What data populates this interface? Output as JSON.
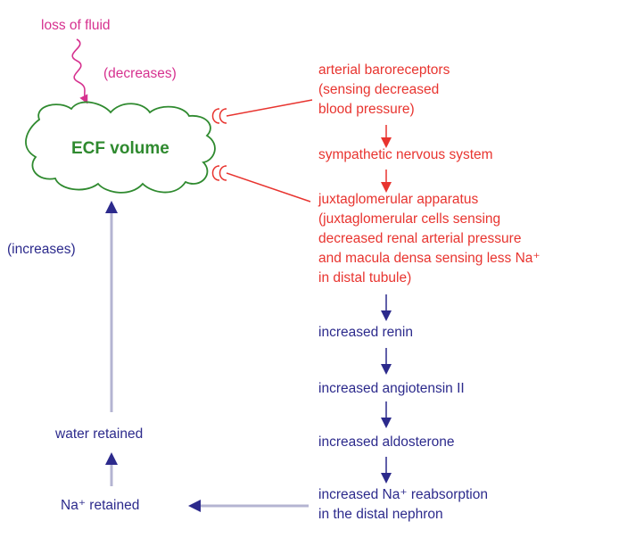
{
  "colors": {
    "pink": "#d6318f",
    "red": "#e8342f",
    "blue": "#2c2a8c",
    "green": "#2f8a2f",
    "gray_arrow": "#b4b4d2"
  },
  "labels": {
    "loss_of_fluid": "loss of fluid",
    "decreases": "(decreases)",
    "ecf_volume": "ECF volume",
    "increases": "(increases)",
    "baroreceptors": [
      "arterial baroreceptors",
      "(sensing decreased",
      "blood pressure)"
    ],
    "sympathetic": "sympathetic nervous system",
    "juxta": [
      "juxtaglomerular apparatus",
      "(juxtaglomerular cells sensing",
      "decreased renal arterial pressure",
      "and macula densa sensing less Na⁺",
      "in distal tubule)"
    ],
    "renin": "increased renin",
    "angiotensin": "increased angiotensin II",
    "aldosterone": "increased aldosterone",
    "na_reabsorption": [
      "increased Na⁺ reabsorption",
      "in the distal nephron"
    ],
    "na_retained": "Na⁺ retained",
    "water_retained": "water retained"
  }
}
